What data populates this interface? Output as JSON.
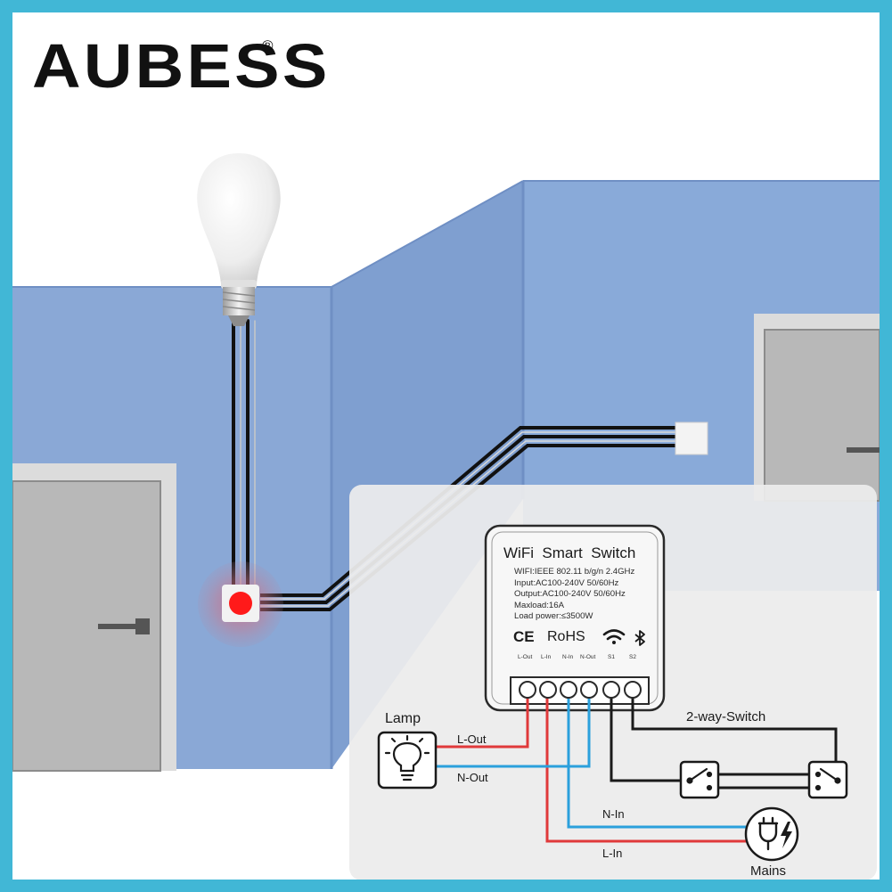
{
  "brand": {
    "name": "AUBESS",
    "registered": "®"
  },
  "colors": {
    "frame": "#41b7d6",
    "wall_left": "#8aa8d6",
    "wall_right": "#89aad9",
    "door": "#b8b8b8",
    "live_wire": "#e0393a",
    "neutral_wire": "#2ba0dc",
    "status_led": "#ff1a1a"
  },
  "device": {
    "title": "WiFi  Smart  Switch",
    "specs": [
      "WIFI:IEEE 802.11 b/g/n 2.4GHz",
      "Input:AC100-240V 50/60Hz",
      "Output:AC100-240V 50/60Hz",
      "Maxload:16A",
      "Load power:≤3500W"
    ],
    "cert_ce": "CE",
    "cert_rohs": "RoHS",
    "terminals": [
      "L-Out",
      "L-In",
      "N-In",
      "N-Out",
      "S1",
      "S2"
    ]
  },
  "wiring": {
    "lamp_label": "Lamp",
    "l_out": "L-Out",
    "n_out": "N-Out",
    "n_in": "N-In",
    "l_in": "L-In",
    "mains_label": "Mains",
    "two_way_label": "2-way-Switch"
  },
  "icons": [
    "bulb-icon",
    "wifi-icon",
    "bluetooth-icon",
    "plug-icon",
    "lightning-icon",
    "switch-icon"
  ]
}
